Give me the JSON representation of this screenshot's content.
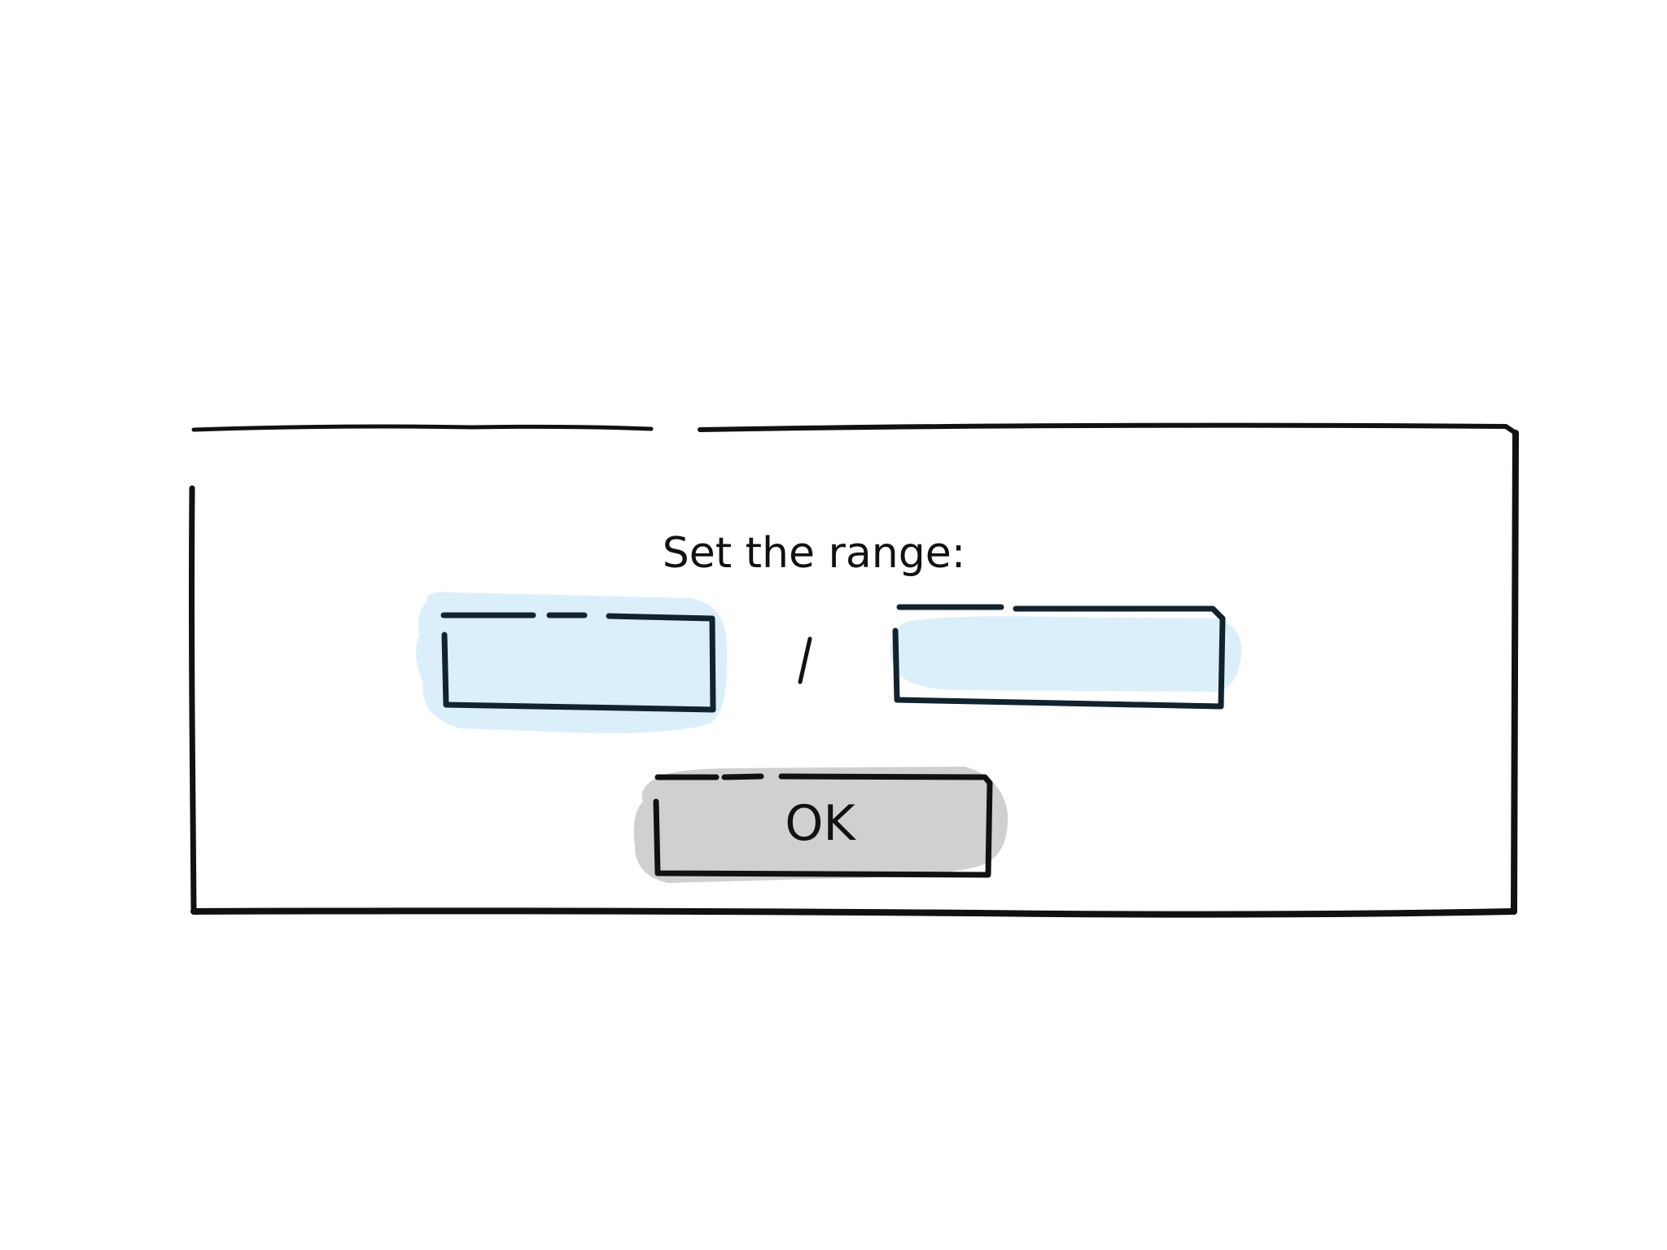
{
  "dialog": {
    "prompt": "Set the range:",
    "range_from": {
      "value": "",
      "placeholder": ""
    },
    "range_to": {
      "value": "",
      "placeholder": ""
    },
    "separator_icon": "slash-separator",
    "ok_label": "OK"
  },
  "colors": {
    "stroke": "#111111",
    "input_fill": "#dbeffa",
    "button_fill": "#d0d0d0",
    "background": "#ffffff"
  }
}
